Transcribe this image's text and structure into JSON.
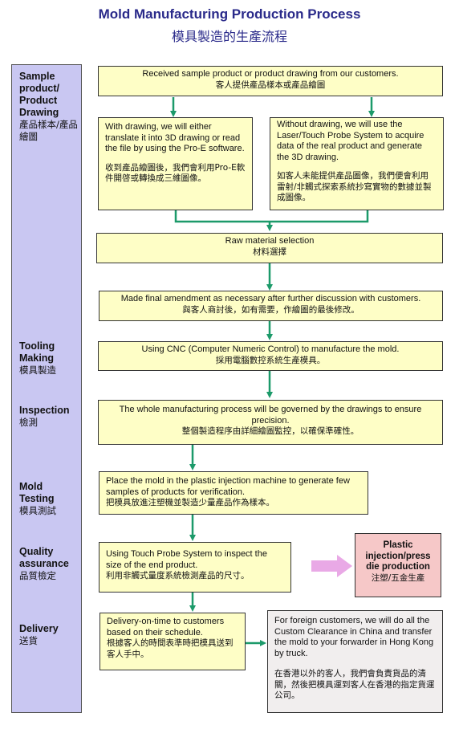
{
  "header": {
    "title_en": "Mold Manufacturing Production Process",
    "title_zh": "模具製造的生產流程"
  },
  "stages": {
    "sample": {
      "en": "Sample product/ Product Drawing",
      "zh": "產品樣本/產品繪圖"
    },
    "tooling": {
      "en": "Tooling Making",
      "zh": "模具製造"
    },
    "inspection": {
      "en": "Inspection",
      "zh": "檢測"
    },
    "mold_testing": {
      "en": "Mold Testing",
      "zh": "模具測試"
    },
    "quality": {
      "en": "Quality assurance",
      "zh": "品質檢定"
    },
    "delivery": {
      "en": "Delivery",
      "zh": "送貨"
    }
  },
  "steps": {
    "received": {
      "en": "Received sample product or product drawing from our customers.",
      "zh": "客人提供產品樣本或產品繪圖"
    },
    "with_drawing": {
      "en": "With drawing, we will either translate it into 3D drawing or read the file by using the Pro-E software.",
      "zh": "收到產品繪圖後，我們會利用Pro-E軟件開啓或轉換成三維圖像。"
    },
    "without_drawing": {
      "en": "Without drawing, we will use the Laser/Touch Probe System to acquire data of the real product and generate the 3D drawing.",
      "zh": "如客人未能提供產品圖像，我們便會利用雷射/非觸式探索系統抄寫實物的數據並製成圖像。"
    },
    "raw_material": {
      "en": "Raw material selection",
      "zh": "材料選擇"
    },
    "amendment": {
      "en": "Made final amendment as necessary after further discussion with customers.",
      "zh": "與客人商討後，如有需要，作繪圖的最後修改。"
    },
    "cnc": {
      "en": "Using CNC (Computer Numeric Control) to manufacture the mold.",
      "zh": "採用電腦數控系統生產模具。"
    },
    "governed": {
      "en": "The whole manufacturing process will be governed by the drawings to ensure precision.",
      "zh": "整個製造程序由詳細繪圖監控，以確保準確性。"
    },
    "injection_machine": {
      "en": "Place the mold in the plastic injection machine to generate few samples of products for verification.",
      "zh": "把模具放進注塑機並製造少量產品作為樣本。"
    },
    "touch_probe": {
      "en": "Using Touch Probe System to inspect the size of the end product.",
      "zh": "利用非觸式量度系統檢測產品的尺寸。"
    },
    "plastic_injection": {
      "en": "Plastic injection/press die production",
      "zh": "注塑/五金生產"
    },
    "delivery_on_time": {
      "en": "Delivery-on-time to customers based on their schedule.",
      "zh": "根據客人的時間表準時把模具送到客人手中。"
    },
    "foreign": {
      "en": "For foreign customers, we will do all the Custom Clearance in China and transfer the mold to your forwarder in Hong Kong by truck.",
      "zh": "在香港以外的客人，我們會負責貨品的清關，然後把模具運到客人在香港的指定貨運公司。"
    }
  },
  "colors": {
    "sidebar": "#c9c7f2",
    "box": "#fefec6",
    "box_gray": "#f1eeee",
    "box_pink": "#f6c8c8",
    "arrow": "#1c9a6a",
    "arrow_pink": "#e9a9e6",
    "title": "#2a2a8a"
  }
}
